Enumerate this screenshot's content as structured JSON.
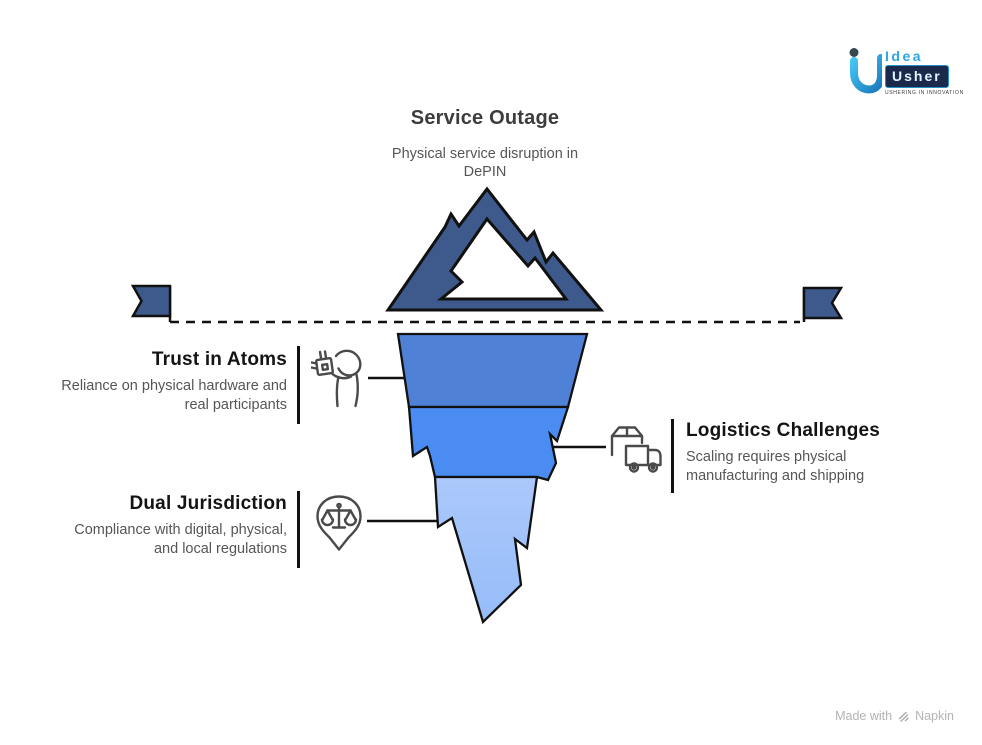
{
  "header": {
    "title": "Service Outage",
    "subtitle_line1": "Physical service disruption in",
    "subtitle_line2": "DePIN"
  },
  "sections": {
    "trust": {
      "title": "Trust in Atoms",
      "desc_line1": "Reliance on physical hardware and",
      "desc_line2": "real participants",
      "icon": "hand-holding-chip-icon"
    },
    "logistics": {
      "title": "Logistics Challenges",
      "desc_line1": "Scaling requires physical",
      "desc_line2": "manufacturing and shipping",
      "icon": "truck-package-icon"
    },
    "dual": {
      "title": "Dual Jurisdiction",
      "desc_line1": "Compliance with digital, physical,",
      "desc_line2": "and local regulations",
      "icon": "scales-location-pin-icon"
    }
  },
  "iceberg": {
    "above_water": "mountain-peak",
    "waterline_style": "dashed",
    "layer_order_top_to_bottom": [
      "trust-in-atoms",
      "logistics-challenges",
      "dual-jurisdiction"
    ]
  },
  "logo": {
    "brand_line1": "Idea",
    "brand_line2": "Usher",
    "tagline": "USHERING IN INNOVATION"
  },
  "footer": {
    "made_with": "Made with",
    "brand": "Napkin"
  },
  "colors": {
    "mountain_and_flags": "#3E5A8C",
    "tier1_blue": "#4F81D7",
    "tier2_blue": "#4A8CF2",
    "tier3_light_blue": "#9FBFF9",
    "outline": "#111111",
    "header_title": "#3D3D3D",
    "muted_text": "#565656",
    "logo_blue": "#29A8E0",
    "logo_navy": "#1B2A4A",
    "footer_gray": "#B3B3B3"
  }
}
